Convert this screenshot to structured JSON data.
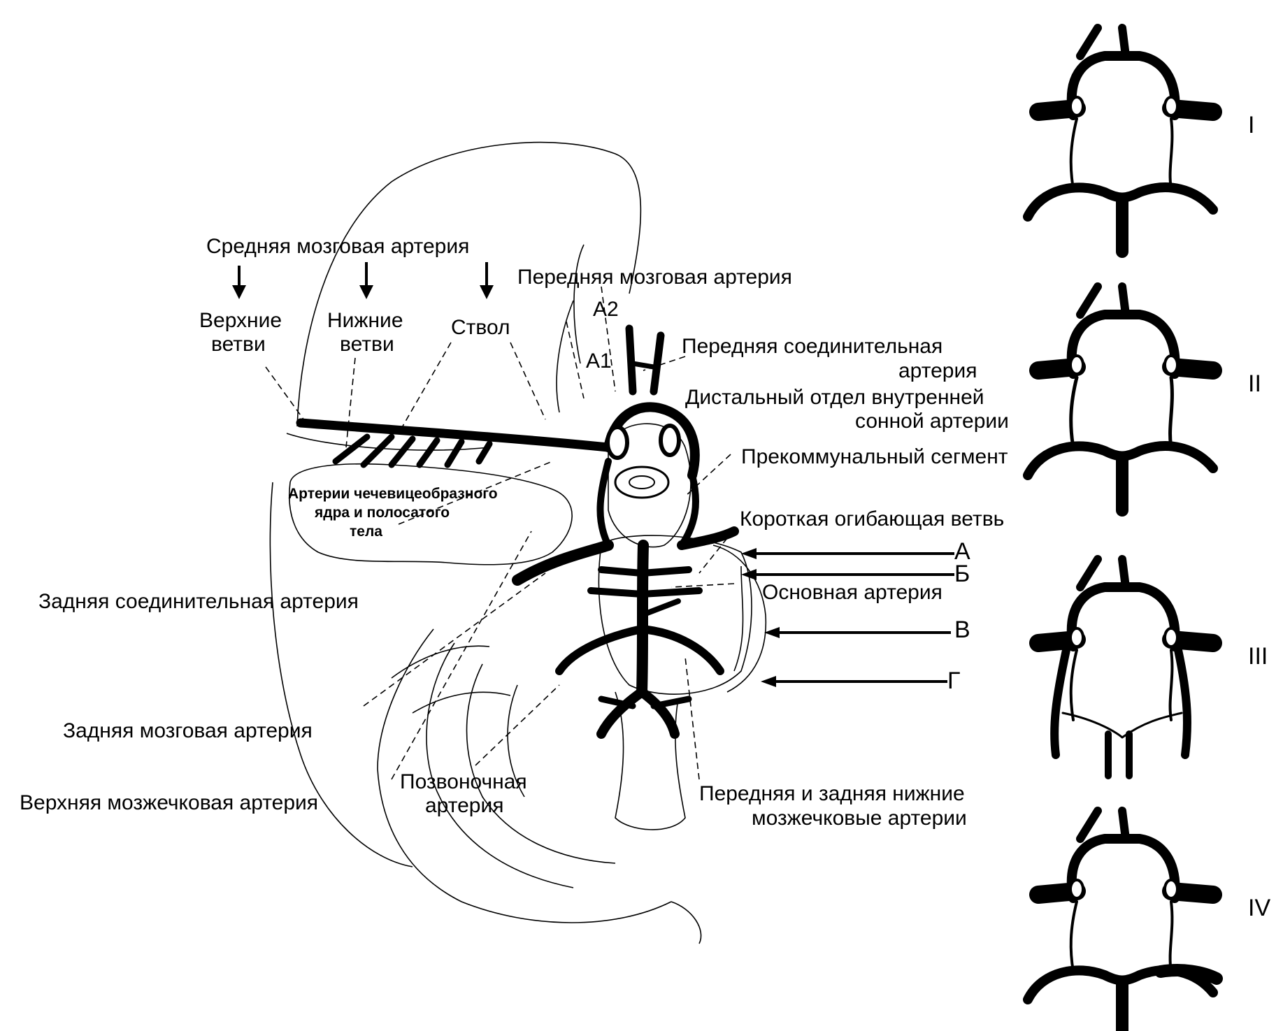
{
  "labels": {
    "mca": "Средняя мозговая артерия",
    "upper_branches_1": "Верхние",
    "upper_branches_2": "ветви",
    "lower_branches_1": "Нижние",
    "lower_branches_2": "ветви",
    "trunk": "Ствол",
    "aca": "Передняя мозговая артерия",
    "a2": "A2",
    "a1": "A1",
    "acom_1": "Передняя соединительная",
    "acom_2": "артерия",
    "ica_1": "Дистальный отдел внутренней",
    "ica_2": "сонной артерии",
    "precommunal": "Прекоммунальный сегмент",
    "short_circumflex": "Короткая огибающая ветвь",
    "lenticulostriate_1": "Артерии чечевицеобразного",
    "lenticulostriate_2": "ядра и полосатого",
    "lenticulostriate_3": "тела",
    "pcom": "Задняя соединительная артерия",
    "basilar": "Основная артерия",
    "pca": "Задняя мозговая артерия",
    "sca": "Верхняя мозжечковая артерия",
    "vertebral_1": "Позвоночная",
    "vertebral_2": "артерия",
    "pica_1": "Передняя и задняя нижние",
    "pica_2": "мозжечковые артерии",
    "level_a": "А",
    "level_b": "Б",
    "level_v": "В",
    "level_g": "Г"
  },
  "variants": [
    "I",
    "II",
    "III",
    "IV"
  ]
}
